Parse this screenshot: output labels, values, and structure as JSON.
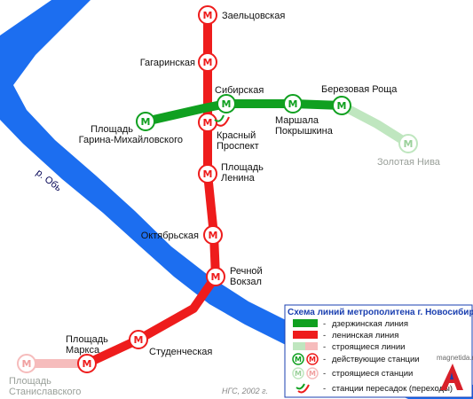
{
  "colors": {
    "river": "#1c6ef0",
    "red_line": "#ee1c1c",
    "green_line": "#10a020",
    "planned_green": "#bfe6bf",
    "planned_red": "#f6bcbc",
    "legend_border": "#1a3fb0"
  },
  "river": {
    "label": "р. Обь"
  },
  "stations": {
    "zaeltsovskaya": "Заельцовская",
    "gagarinskaya": "Гагаринская",
    "sibirskaya": "Сибирская",
    "krasny_1": "Красный",
    "krasny_2": "Проспект",
    "lenina_1": "Площадь",
    "lenina_2": "Ленина",
    "oktyabrskaya": "Октябрьская",
    "rechnoy_1": "Речной",
    "rechnoy_2": "Вокзал",
    "studencheskaya": "Студенческая",
    "marksa_1": "Площадь",
    "marksa_2": "Маркса",
    "stanislavskogo_1": "Площадь",
    "stanislavskogo_2": "Станиславского",
    "garina_1": "Площадь",
    "garina_2": "Гарина-Михайловского",
    "marshala_1": "Маршала",
    "marshala_2": "Покрышкина",
    "berezovaya": "Березовая Роща",
    "zolotaya": "Золотая Нива"
  },
  "credit": "НГС, 2002 г.",
  "watermark": "magnetida.ru",
  "legend": {
    "title": "Схема линий метрополитена г. Новосибирска",
    "items": [
      "дзержинская линия",
      "ленинская линия",
      "строящиеся линии",
      "действующие станции",
      "строящиеся станции",
      "станции пересадок (переходы)"
    ],
    "dash": "-"
  },
  "icons": {
    "station": "metro-m-icon",
    "site_logo": "letter-a-logo-icon"
  }
}
